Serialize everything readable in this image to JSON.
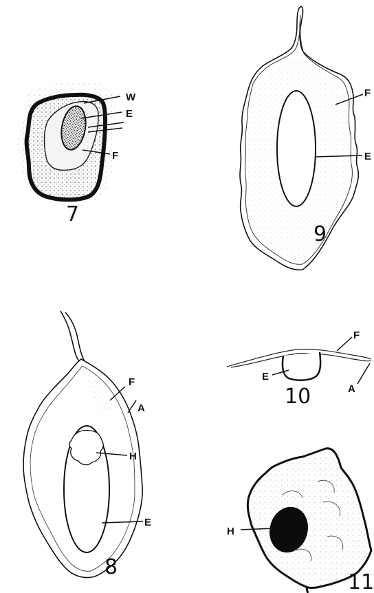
{
  "figures": {
    "fig7": {
      "number": "7",
      "labels": {
        "wall": "W",
        "embryo": "E",
        "fiber": "F"
      }
    },
    "fig9": {
      "number": "9",
      "labels": {
        "fiber": "F",
        "embryo": "E"
      }
    },
    "fig8": {
      "number": "8",
      "labels": {
        "fiber": "F",
        "area": "A",
        "hole": "H",
        "embryo": "E"
      }
    },
    "fig10": {
      "number": "10",
      "labels": {
        "fiber": "F",
        "embryo": "E",
        "area": "A"
      }
    },
    "fig11": {
      "number": "11",
      "labels": {
        "hole": "H"
      }
    }
  }
}
